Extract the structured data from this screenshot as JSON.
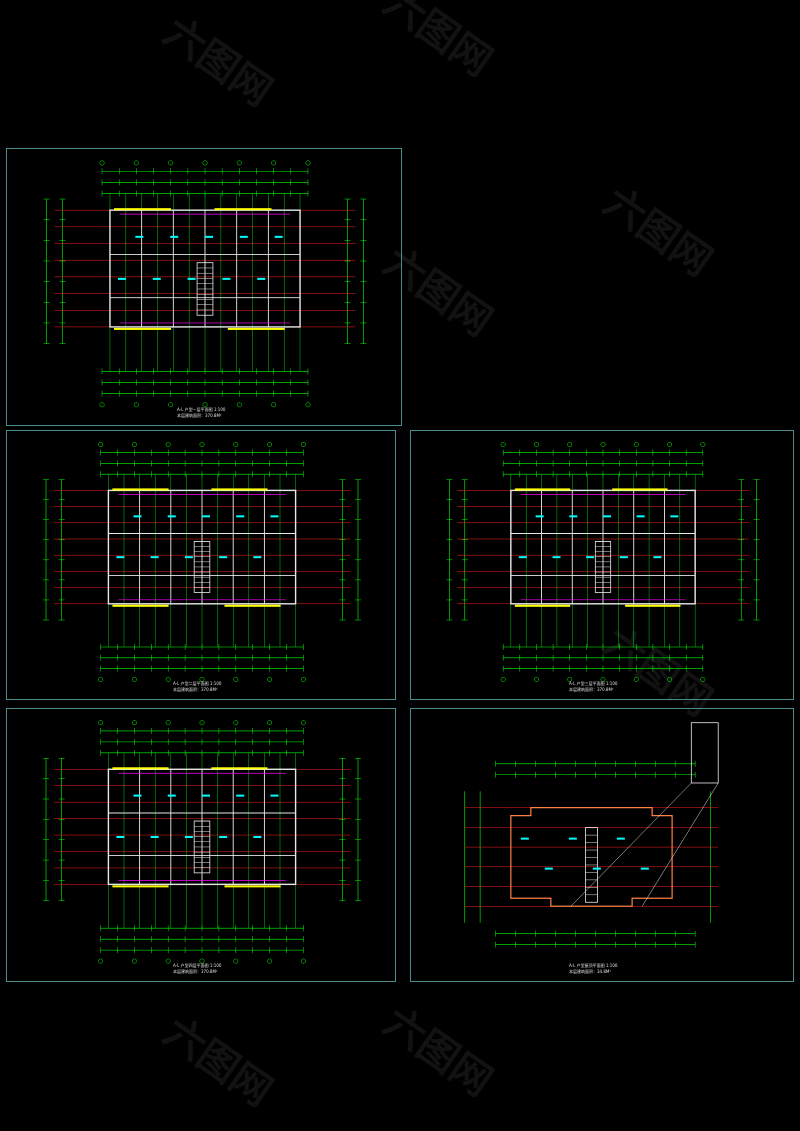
{
  "sheets": [
    {
      "id": "s1",
      "title": "A-L 户型一层平面图",
      "scale": "1:100",
      "area": "本层建筑面积：370.8M²",
      "kind": "floor"
    },
    {
      "id": "s2",
      "title": "A-L 户型二层平面图",
      "scale": "1:100",
      "area": "本层建筑面积：370.8M²",
      "kind": "floor"
    },
    {
      "id": "s3",
      "title": "A-L 户型三层平面图",
      "scale": "1:100",
      "area": "本层建筑面积：370.8M²",
      "kind": "floor"
    },
    {
      "id": "s4",
      "title": "A-L 户型四层平面图",
      "scale": "1:100",
      "area": "本层建筑面积：370.8M²",
      "kind": "floor"
    },
    {
      "id": "s5",
      "title": "A-L 户型屋顶平面图",
      "scale": "1:100",
      "area": "本层建筑面积：34.8M²",
      "kind": "roof"
    }
  ],
  "watermark": {
    "text": "六图网",
    "color": "#ffffff"
  },
  "colors": {
    "background": "#000000",
    "sheet_border": "#4a8c8c",
    "dimension": "#00ff00",
    "axis": "#ff2020",
    "wall": "#e8e8e8",
    "accent": "#ffff00",
    "partition": "#ff00ff",
    "label": "#00ffff"
  }
}
